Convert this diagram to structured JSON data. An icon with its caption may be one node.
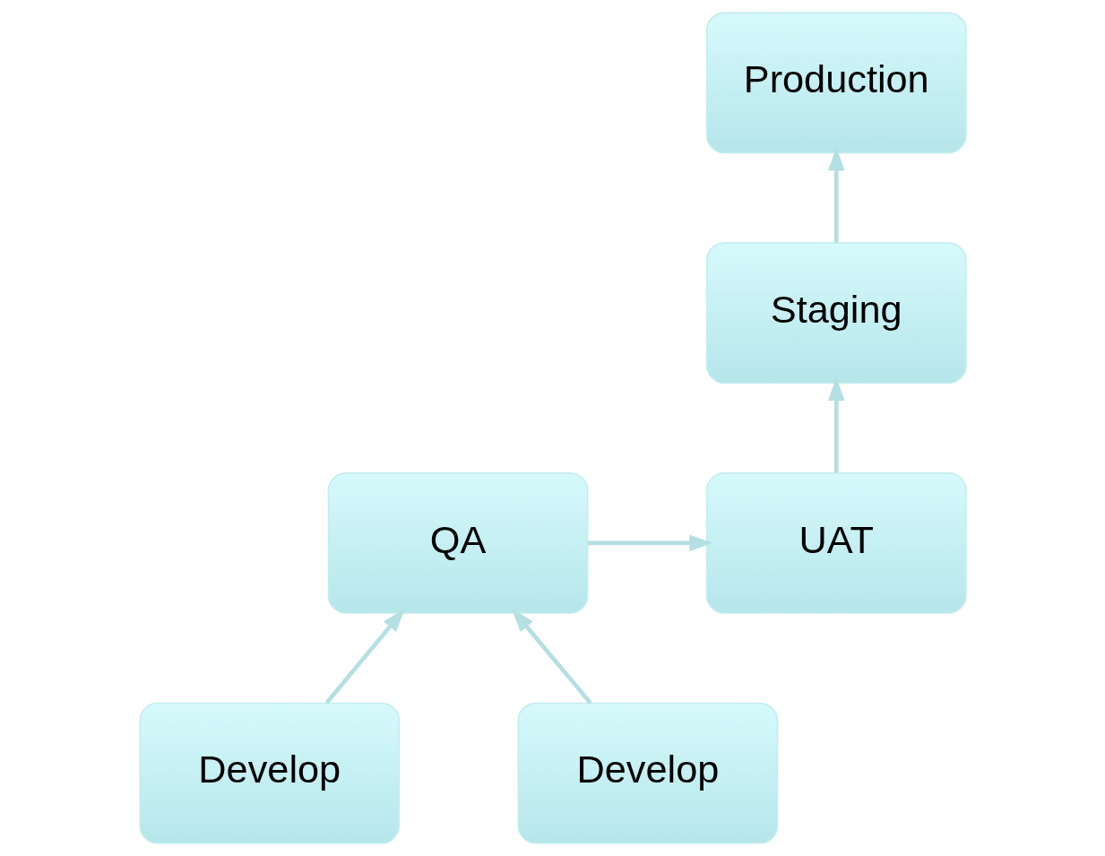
{
  "diagram": {
    "nodes": [
      {
        "text": [
          "Production"
        ]
      },
      {
        "text": [
          "Staging"
        ]
      },
      {
        "text": [
          "UAT"
        ]
      },
      {
        "text": [
          "QA"
        ]
      },
      {
        "text": [
          "Develop"
        ]
      },
      {
        "text": [
          "Develop"
        ]
      }
    ],
    "edges": [
      {
        "from": 1,
        "to": 0,
        "arrow": "to"
      },
      {
        "from": 2,
        "to": 1,
        "arrow": "to"
      },
      {
        "from": 3,
        "to": 2,
        "arrow": "to"
      },
      {
        "from": 4,
        "to": 3,
        "arrow": "to"
      },
      {
        "from": 5,
        "to": 3,
        "arrow": "to"
      }
    ]
  }
}
